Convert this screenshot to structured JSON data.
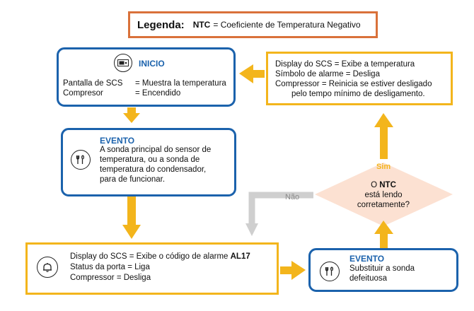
{
  "legend": {
    "label": "Legenda:",
    "key": "NTC",
    "definition": "= Coeficiente de Temperatura Negativo"
  },
  "inicio": {
    "title": "INICIO",
    "icon": "display-panel-icon",
    "lines": [
      {
        "key": "Pantalla de SCS",
        "value": "= Muestra la temperatura"
      },
      {
        "key": "Compresor",
        "value": "= Encendido"
      }
    ]
  },
  "evento1": {
    "title": "EVENTO",
    "icon": "tools-icon",
    "lines": [
      "A sonda principal do sensor de",
      "temperatura, ou a sonda de",
      "temperatura do condensador,",
      "para de funcionar."
    ]
  },
  "alarm_box": {
    "icon": "bell-icon",
    "line1_prefix": "Display do SCS = Exibe o código de alarme ",
    "line1_code": "AL17",
    "line2": "Status da porta = Liga",
    "line3": "Compressor = Desliga"
  },
  "evento2": {
    "title": "EVENTO",
    "icon": "tools-icon",
    "lines": [
      "Substituir a sonda",
      "defeituosa"
    ]
  },
  "decision": {
    "line1_prefix": "O ",
    "line1_key": "NTC",
    "line2": "está lendo",
    "line3": "corretamente?"
  },
  "result_box": {
    "lines": [
      "Display do SCS = Exibe a temperatura",
      "Símbolo de alarme = Desliga",
      "Compressor = Reinicia se estiver desligado",
      "pelo tempo mínimo de desligamento."
    ]
  },
  "labels": {
    "yes": "Sim",
    "no": "Não"
  },
  "colors": {
    "blue": "#1b62ac",
    "yellow": "#f3b51c",
    "orange": "#d9713a",
    "diamond": "#fce1d2",
    "gray_arrow": "#cfcfcf"
  }
}
